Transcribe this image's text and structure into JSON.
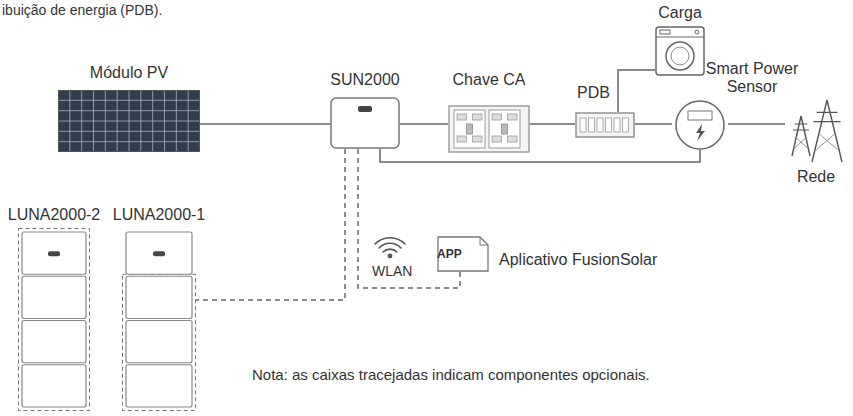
{
  "diagram": {
    "nodes": [
      {
        "text": [
          "Módulo PV"
        ]
      },
      {
        "text": [
          "SUN2000"
        ]
      },
      {
        "text": [
          "Chave CA"
        ]
      },
      {
        "text": [
          "Carga"
        ]
      },
      {
        "text": [
          "PDB"
        ]
      },
      {
        "text": [
          "Smart Power Sensor"
        ]
      },
      {
        "text": [
          "Rede"
        ]
      },
      {
        "text": [
          "LUNA2000-2"
        ]
      },
      {
        "text": [
          "LUNA2000-1"
        ]
      },
      {
        "text": [
          "APP",
          "Aplicativo FusionSolar"
        ]
      }
    ],
    "edges": [
      {
        "from": 0,
        "to": 1,
        "arrow": "none"
      },
      {
        "from": 1,
        "to": 2,
        "arrow": "none"
      },
      {
        "from": 2,
        "to": 4,
        "arrow": "none"
      },
      {
        "from": 3,
        "to": 4,
        "arrow": "none"
      },
      {
        "from": 4,
        "to": 5,
        "arrow": "none"
      },
      {
        "from": 5,
        "to": 6,
        "arrow": "none"
      },
      {
        "from": 5,
        "to": 1,
        "arrow": "none"
      },
      {
        "from": 1,
        "to": 8,
        "arrow": "none"
      },
      {
        "from": 1,
        "to": 9,
        "label": "WLAN",
        "arrow": "none"
      }
    ],
    "labels": [
      "ibuição de energia (PDB).",
      "Nota: as caixas tracejadas indicam componentes opcionais."
    ]
  }
}
